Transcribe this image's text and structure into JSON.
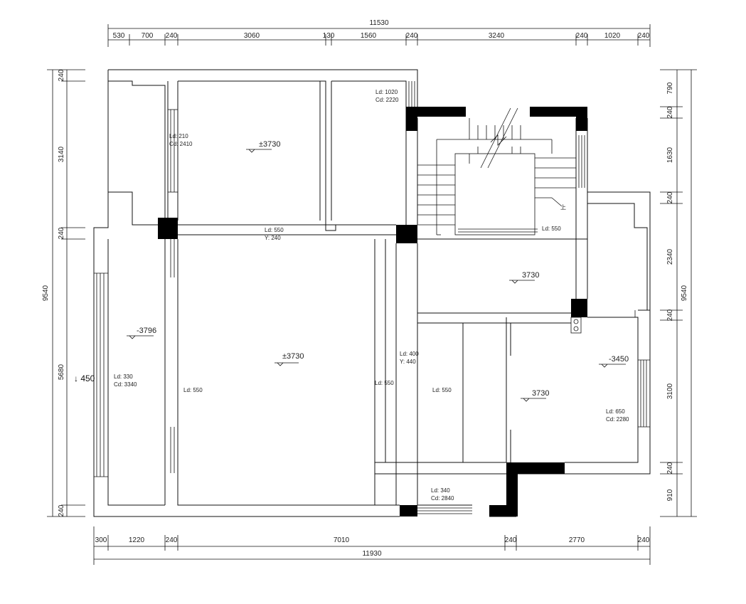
{
  "top_dims": {
    "total": "11530",
    "segments": [
      "530",
      "700",
      "240",
      "3060",
      "130",
      "1560",
      "240",
      "3240",
      "240",
      "1020",
      "240"
    ]
  },
  "bottom_dims": {
    "total": "11930",
    "segments": [
      "300",
      "1220",
      "240",
      "7010",
      "240",
      "2770",
      "240"
    ]
  },
  "left_dims": {
    "total": "9540",
    "segments": [
      "240",
      "3140",
      "240",
      "5680",
      "240"
    ]
  },
  "right_dims": {
    "total": "9540",
    "segments": [
      "790",
      "240",
      "1630",
      "240",
      "2340",
      "240",
      "3100",
      "240",
      "910"
    ]
  },
  "levels": {
    "main_room": "±3730",
    "top_room": "±3730",
    "left_corridor": "-3796",
    "stair_landing": "3730",
    "right_room": "3730",
    "right_low": "-3450"
  },
  "labels": {
    "top_right_window": [
      "Ld: 1020",
      "Cd: 2220"
    ],
    "top_left_window": [
      "Ld: 210",
      "Cd: 2410"
    ],
    "left_window": [
      "Ld: 330",
      "Cd: 3340"
    ],
    "beam_top": [
      "Ld: 550",
      "Y: 240"
    ],
    "beam_mid": [
      "Ld: 400",
      "Y: 440"
    ],
    "main_ld": "Ld: 550",
    "right_ld1": "Ld: 550",
    "right_ld2": "Ld: 550",
    "stair_ld": "Ld: 550",
    "right_window": [
      "Ld: 650",
      "Cd: 2280"
    ],
    "bottom_window": [
      "Ld: 340",
      "Cd: 2840"
    ],
    "left_height": "↓ 450",
    "stair_up": "上"
  }
}
